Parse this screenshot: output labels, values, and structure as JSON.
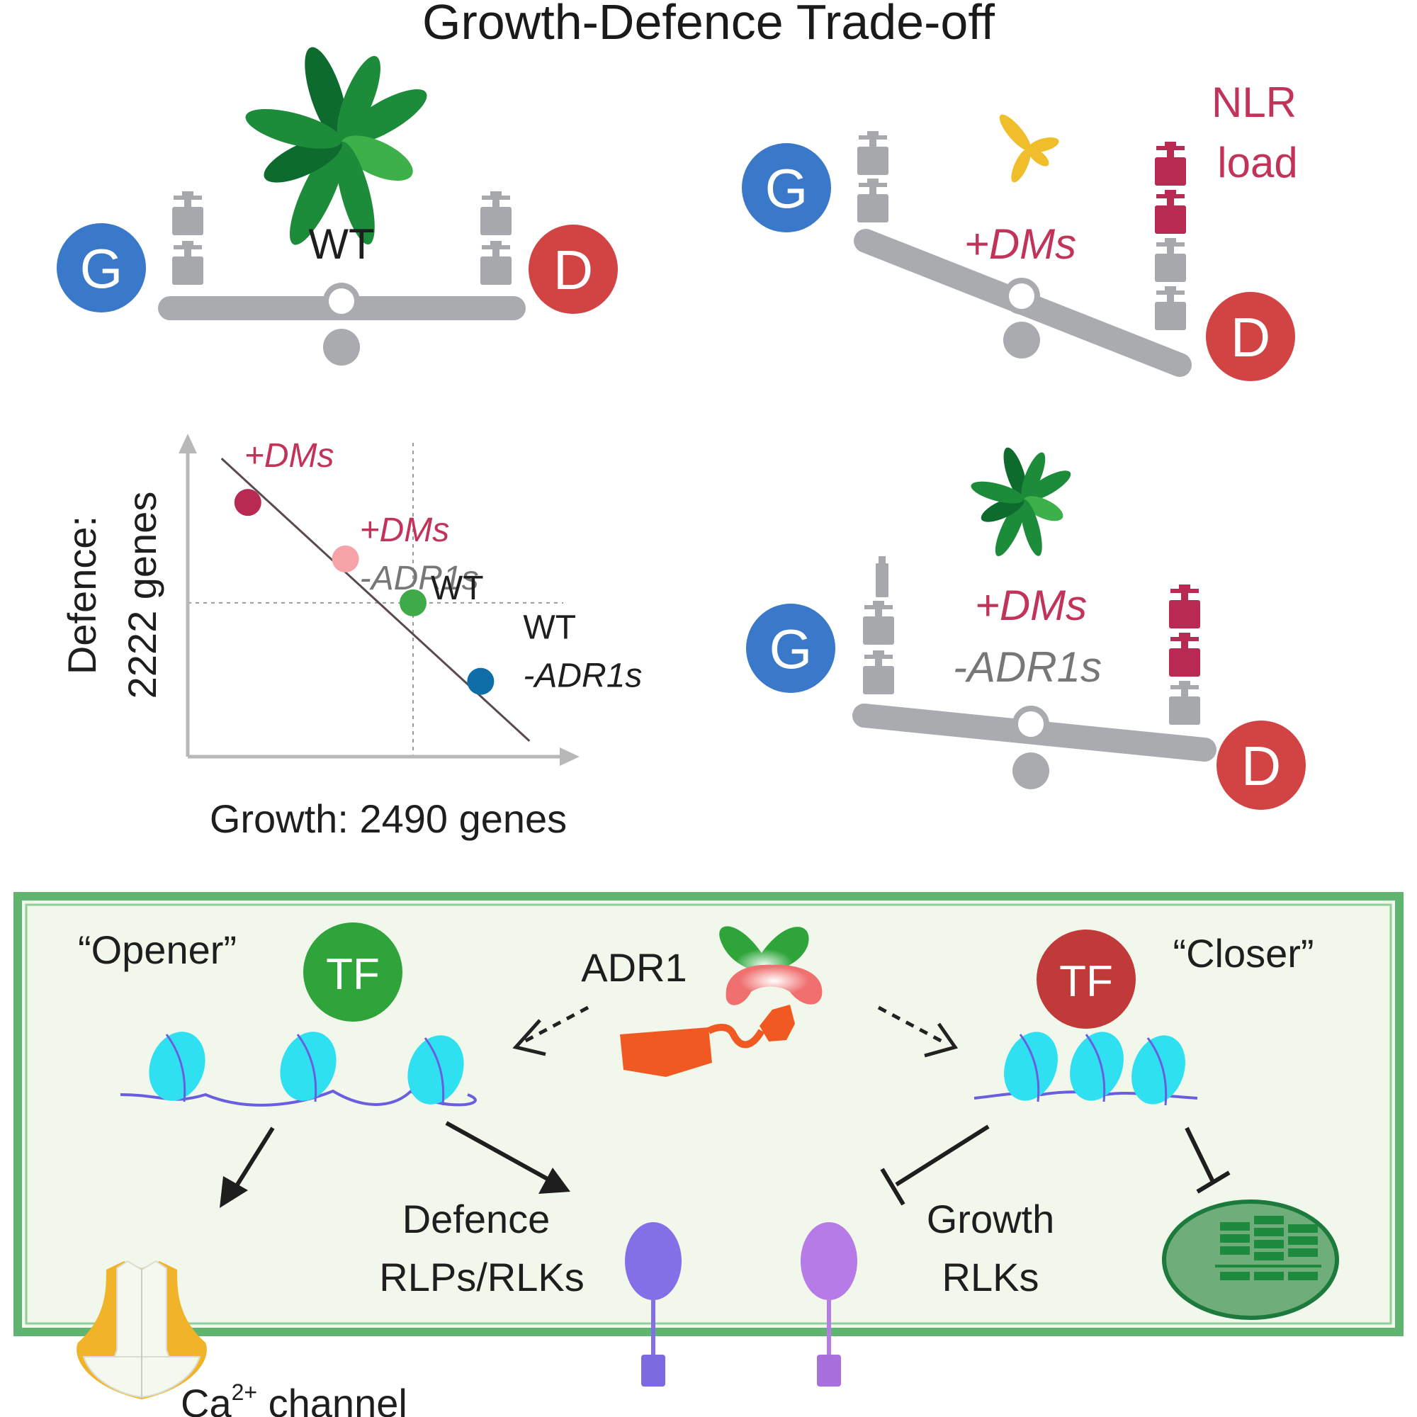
{
  "title": "Growth-Defence Trade-off",
  "colors": {
    "growth": "#3a78c9",
    "defence": "#d24444",
    "beam": "#aaabaf",
    "weight_gray": "#a7a8ab",
    "weight_red": "#b82a52",
    "nlr_text": "#c2335a",
    "plant_dark": "#0d6b2e",
    "plant_mid": "#1d8c3a",
    "plant_light": "#3eb04a",
    "plant_yellow": "#f0be2a",
    "box_bg": "#f2f7eb",
    "box_border": "#5fb56f",
    "opener_tf": "#2ea43a",
    "closer_tf": "#c03a3a",
    "nucleosome": "#2fe0f0",
    "dna": "#6a5ee0",
    "defence_receptor": "#8470e6",
    "growth_receptor": "#b77be8",
    "chloroplast": "#6fae7a",
    "ca_channel": "#f0b32a",
    "adr1_orange": "#f05a22",
    "adr1_pink": "#f07070",
    "adr1_green": "#2ea43a"
  },
  "panels": {
    "wt_balance": {
      "growth_letter": "G",
      "defence_letter": "D",
      "label": "WT",
      "growth_weights": 2,
      "defence_weights": 2,
      "state": "balanced"
    },
    "dms_balance": {
      "growth_letter": "G",
      "defence_letter": "D",
      "label": "+DMs",
      "annotation_line1": "NLR",
      "annotation_line2": "load",
      "growth_weights": 2,
      "defence_weights_gray": 2,
      "defence_weights_red": 2,
      "state": "tilted toward defence"
    },
    "dms_adr1_balance": {
      "growth_letter": "G",
      "defence_letter": "D",
      "label_line1": "+DMs",
      "label_line2": "-ADR1s",
      "growth_weights": 3,
      "defence_weights_gray": 1,
      "defence_weights_red": 2,
      "state": "slightly tilted toward defence"
    }
  },
  "chart_data": {
    "type": "scatter",
    "xlabel": "Growth: 2490 genes",
    "ylabel_line1": "Defence:",
    "ylabel_line2": "2222 genes",
    "reference": "WT",
    "xlim": [
      0,
      10
    ],
    "ylim": [
      0,
      10
    ],
    "points": [
      {
        "name": "+DMs",
        "label_lines": [
          "+DMs"
        ],
        "x": 1.6,
        "y": 8.1,
        "color": "#b82a52",
        "label_color": "#c2335a"
      },
      {
        "name": "+DMs -ADR1s",
        "label_lines": [
          "+DMs",
          "-ADR1s"
        ],
        "x": 4.2,
        "y": 6.3,
        "color": "#f5a3a6",
        "label_color": "#c2335a",
        "label_color2": "#777777"
      },
      {
        "name": "WT",
        "label_lines": [
          "WT"
        ],
        "x": 6.0,
        "y": 4.9,
        "color": "#3faa4a",
        "label_color": "#1e1e1e"
      },
      {
        "name": "WT -ADR1s",
        "label_lines": [
          "WT",
          "-ADR1s"
        ],
        "x": 7.8,
        "y": 2.4,
        "color": "#0f6ea8",
        "label_color": "#1e1e1e"
      }
    ],
    "trend_line": {
      "x": [
        0.9,
        9.1
      ],
      "y": [
        9.5,
        0.5
      ]
    },
    "reference_lines": {
      "x": 6.0,
      "y": 4.9
    }
  },
  "mechanism": {
    "opener_label": "“Opener”",
    "closer_label": "“Closer”",
    "tf_label": "TF",
    "adr1_label": "ADR1",
    "defence_line1": "Defence",
    "defence_line2": "RLPs/RLKs",
    "growth_line1": "Growth",
    "growth_line2": "RLKs",
    "ca_label_main": "Ca",
    "ca_label_sup": "2+",
    "ca_label_rest": " channel"
  }
}
